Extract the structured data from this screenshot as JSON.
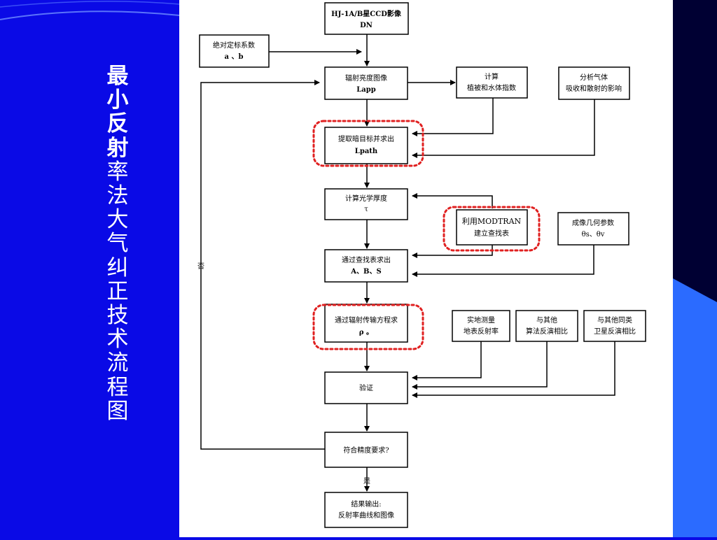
{
  "title": {
    "bold_chars": [
      "最",
      "小",
      "反",
      "射"
    ],
    "normal_chars": [
      "率",
      "法",
      "大",
      "气",
      "纠",
      "正",
      "技",
      "术",
      "流",
      "程",
      "图"
    ]
  },
  "colors": {
    "background": "#0a0ae6",
    "panel": "#ffffff",
    "highlight": "#e02020",
    "accent": "#2b6bff",
    "dark": "#000033"
  },
  "flow": {
    "nodes": {
      "hj1": {
        "line1": "HJ-1A/B星CCD影像",
        "line2": "DN"
      },
      "calib": {
        "line1": "绝对定标系数",
        "line2": "a 、b"
      },
      "radiance": {
        "line1": "辐射亮度图像",
        "line2": "Lapp"
      },
      "veg_index": {
        "line1": "计算",
        "line2": "植被和水体指数"
      },
      "gas": {
        "line1": "分析气体",
        "line2": "吸收和散射的影响"
      },
      "dark_target": {
        "line1": "提取暗目标并求出",
        "line2": "Lpath"
      },
      "optical_depth": {
        "line1": "计算光学厚度",
        "line2": "τ"
      },
      "modtran": {
        "line1": "利用MODTRAN",
        "line2": "建立查找表"
      },
      "geometry": {
        "line1": "成像几何参数",
        "line2": "θs、θv"
      },
      "lookup": {
        "line1": "通过查找表求出",
        "line2": "A、B、S"
      },
      "rt_equation": {
        "line1": "通过辐射传输方程求",
        "line2": "ρ 。"
      },
      "field": {
        "line1": "实地测量",
        "line2": "地表反射率"
      },
      "algo_compare": {
        "line1": "与其他",
        "line2": "算法反演相比"
      },
      "sat_compare": {
        "line1": "与其他同类",
        "line2": "卫星反演相比"
      },
      "validate": {
        "line1": "验证",
        "line2": ""
      },
      "accuracy": {
        "line1": "符合精度要求?",
        "line2": ""
      },
      "result": {
        "line1": "结果输出:",
        "line2": "反射率曲线和图像"
      }
    },
    "label_no": "否",
    "label_yes": "是"
  }
}
